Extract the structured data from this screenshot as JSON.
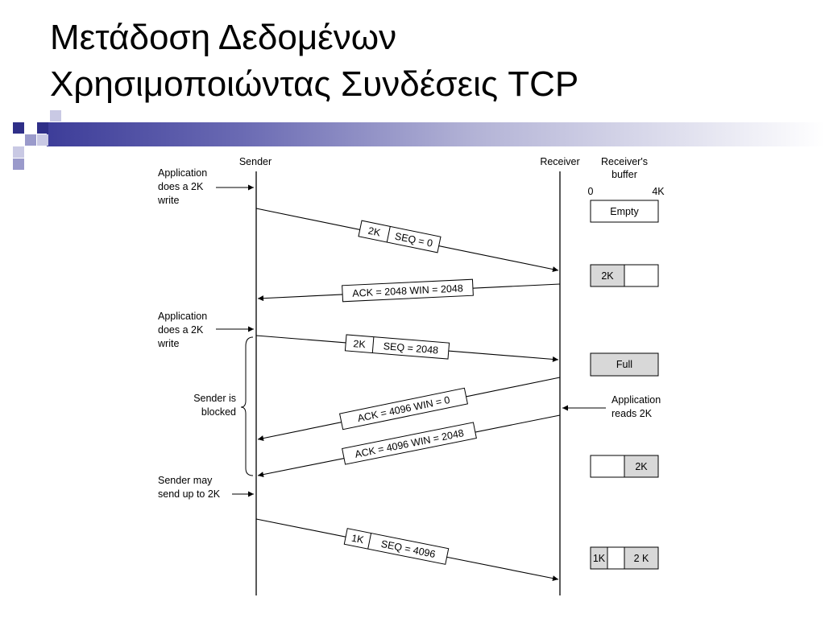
{
  "title": {
    "line1": "Μετάδοση Δεδομένων",
    "line2": "Χρησιμοποιώντας Συνδέσεις TCP"
  },
  "diagram": {
    "sender_label": "Sender",
    "receiver_label": "Receiver",
    "receiver_buffer_label": [
      "Receiver's",
      "buffer"
    ],
    "buffer_scale": {
      "start": "0",
      "end": "4K"
    },
    "notes": {
      "app_write_1": [
        "Application",
        "does a 2K",
        "write"
      ],
      "app_write_2": [
        "Application",
        "does a 2K",
        "write"
      ],
      "sender_blocked": [
        "Sender is",
        "blocked"
      ],
      "sender_may_send": [
        "Sender may",
        "send up to 2K"
      ],
      "app_reads": [
        "Application",
        "reads 2K"
      ]
    },
    "messages": [
      {
        "size": "2K",
        "text": "SEQ = 0"
      },
      {
        "text": "ACK = 2048 WIN = 2048"
      },
      {
        "size": "2K",
        "text": "SEQ = 2048"
      },
      {
        "text": "ACK = 4096 WIN = 0"
      },
      {
        "text": "ACK = 4096 WIN = 2048"
      },
      {
        "size": "1K",
        "text": "SEQ = 4096"
      }
    ],
    "buffers": [
      {
        "cells": [
          "Empty"
        ]
      },
      {
        "cells": [
          "2K",
          ""
        ]
      },
      {
        "cells": [
          "Full"
        ]
      },
      {
        "cells": [
          "",
          "2K"
        ]
      },
      {
        "cells": [
          "1K",
          "",
          "2 K"
        ]
      }
    ]
  }
}
